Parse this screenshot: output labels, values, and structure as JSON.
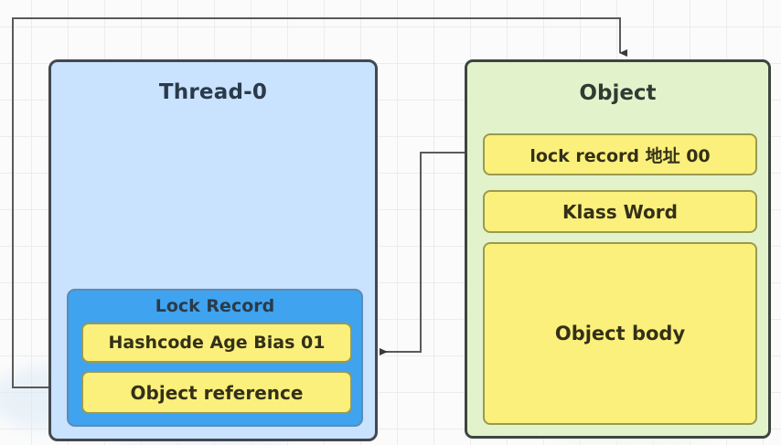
{
  "diagram": {
    "title": "Java biased lock object / thread lock record diagram",
    "colors": {
      "thread_fill": "#c9e2fd",
      "thread_border": "#44474f",
      "object_fill": "#e2f3cc",
      "object_border": "#3c4540",
      "lock_record_fill": "#3fa3ef",
      "slot_fill": "#fbf07c",
      "slot_border": "#9a9a4e",
      "connector": "#5a5a5a",
      "background": "#fbfbfb",
      "grid_line": "#ececec"
    }
  },
  "thread": {
    "title": "Thread-0",
    "lock_record": {
      "title": "Lock Record",
      "slots": [
        {
          "label": "Hashcode Age Bias 01"
        },
        {
          "label": "Object reference"
        }
      ]
    }
  },
  "object": {
    "title": "Object",
    "slots": [
      {
        "label": "lock record 地址 00"
      },
      {
        "label": "Klass Word"
      },
      {
        "label": "Object body"
      }
    ]
  },
  "connectors": [
    {
      "name": "object-reference-to-object-top",
      "from": "Object reference",
      "to": "Object",
      "arrowhead": "down"
    },
    {
      "name": "lock-record-address-to-thread-lock-record",
      "from": "lock record 地址 00",
      "to": "Lock Record",
      "arrowhead": "left"
    }
  ]
}
